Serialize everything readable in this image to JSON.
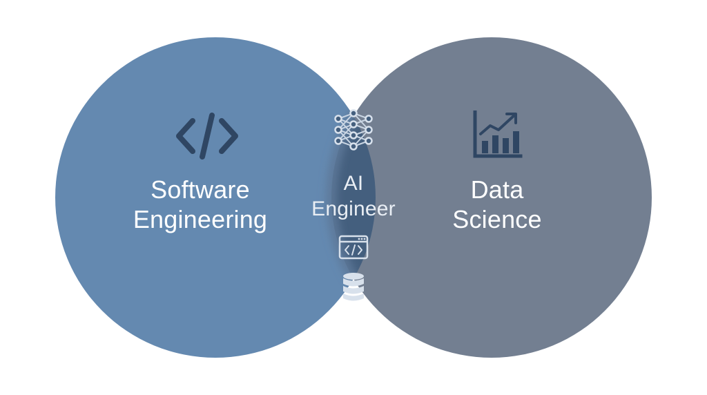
{
  "diagram": {
    "type": "venn",
    "left_circle": {
      "label_line1": "Software",
      "label_line2": "Engineering",
      "icon": "code-brackets-icon",
      "color": "#6489b0"
    },
    "right_circle": {
      "label_line1": "Data",
      "label_line2": "Science",
      "icon": "bar-chart-trend-icon",
      "color": "#737f91"
    },
    "intersection": {
      "label_line1": "AI",
      "label_line2": "Engineer",
      "icons": [
        "neural-network-icon",
        "code-window-icon",
        "database-icon"
      ],
      "color": "#445f7e"
    },
    "icon_color": "#2f4663",
    "text_color": "#ffffff"
  }
}
